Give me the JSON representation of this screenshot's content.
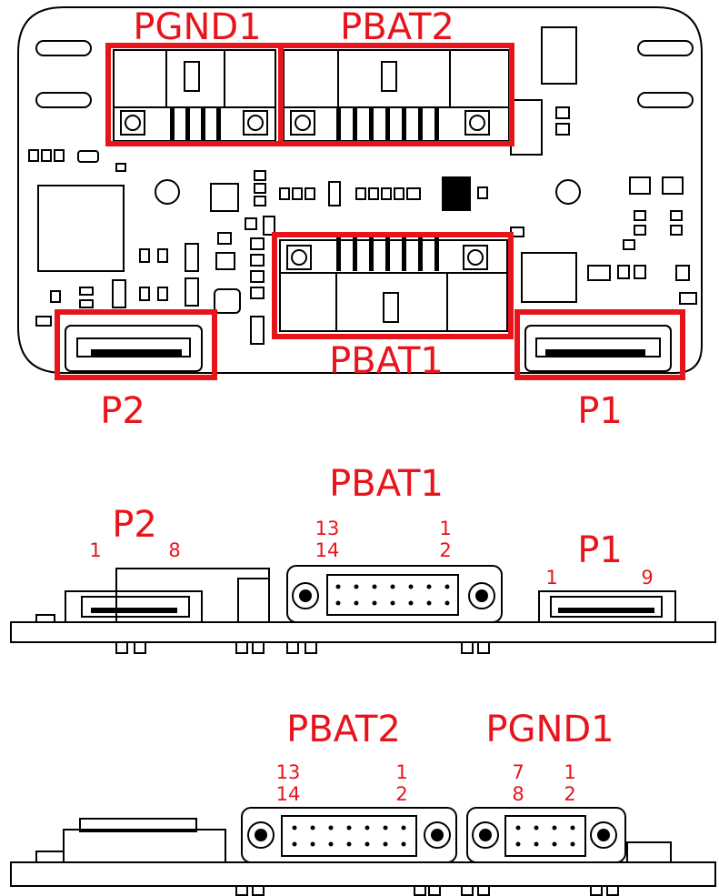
{
  "labels": {
    "top_view": {
      "pgnd1": "PGND1",
      "pbat2": "PBAT2",
      "pbat1": "PBAT1",
      "p2": "P2",
      "p1": "P1"
    },
    "side_view_1": {
      "pbat1_title": "PBAT1",
      "pbat1_pins_left": [
        "13",
        "14"
      ],
      "pbat1_pins_right": [
        "1",
        "2"
      ],
      "p2_title": "P2",
      "p2_pin_first": "1",
      "p2_pin_last": "8",
      "p1_title": "P1",
      "p1_pin_first": "1",
      "p1_pin_last": "9"
    },
    "side_view_2": {
      "pbat2_title": "PBAT2",
      "pbat2_pins_left": [
        "13",
        "14"
      ],
      "pbat2_pins_right": [
        "1",
        "2"
      ],
      "pgnd1_title": "PGND1",
      "pgnd1_pins_left": [
        "7",
        "8"
      ],
      "pgnd1_pins_right": [
        "1",
        "2"
      ]
    }
  },
  "colors": {
    "highlight": "#e8141b",
    "outline": "#000000",
    "background": "#ffffff"
  }
}
